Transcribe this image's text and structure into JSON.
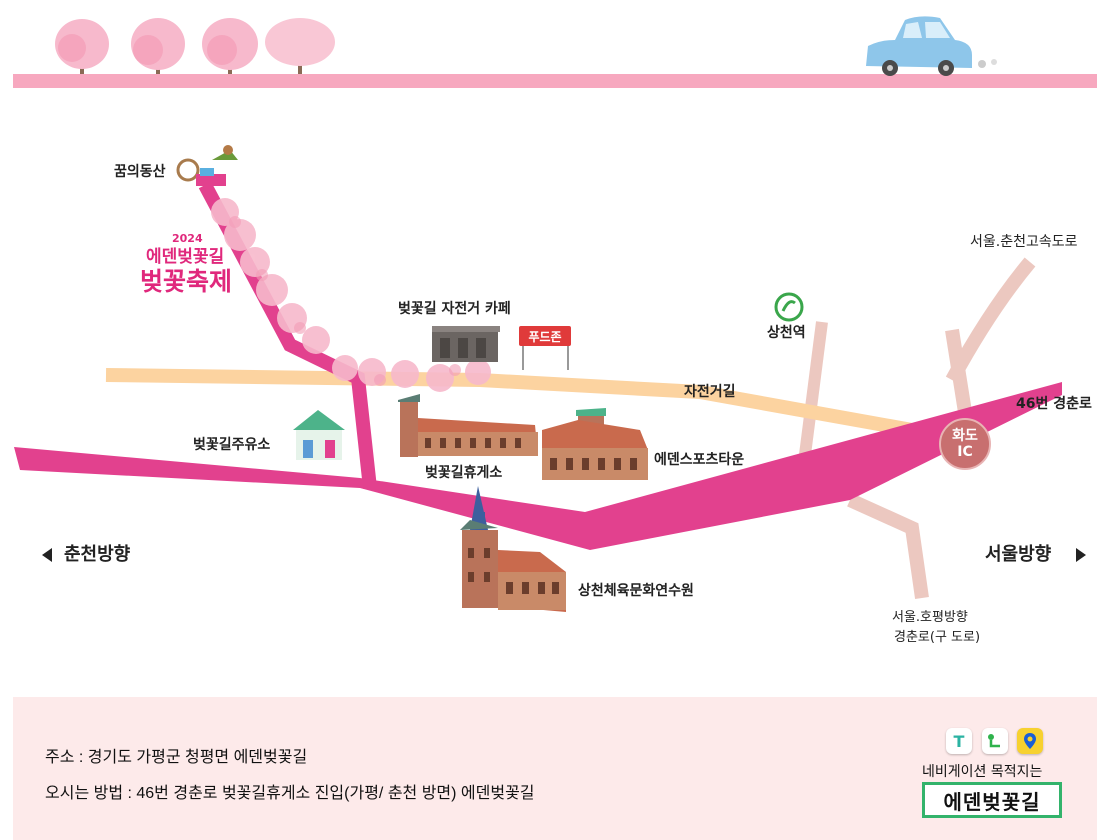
{
  "map": {
    "labels": {
      "dream_hill": "꿈의동산",
      "festival_year": "2024",
      "festival_name_top": "에덴벚꽃길",
      "festival_name_bottom": "벚꽃축제",
      "cafe": "벚꽃길 자전거 카페",
      "food_sign": "푸드존",
      "station": "상천역",
      "bike_road": "자전거길",
      "gas_station": "벚꽃길주유소",
      "rest_area": "벚꽃길휴게소",
      "sports_town": "에덴스포츠타운",
      "training_center": "상천체육문화연수원",
      "highway": "서울.춘천고속도로",
      "route46": "46번 경춘로",
      "ic_line1": "화도",
      "ic_line2": "IC",
      "to_chuncheon": "춘천방향",
      "to_seoul": "서울방향",
      "old_road_line1": "서울.호평방향",
      "old_road_line2": "경춘로(구 도로)"
    },
    "colors": {
      "main_road": "#e2418e",
      "bike_path": "#fcd3a0",
      "secondary_road": "#ecc8c0",
      "header_band": "#f7a8bf",
      "footer_bg": "#fdeaea"
    }
  },
  "footer": {
    "address": "주소 : 경기도 가평군 청평면 에덴벚꽃길",
    "directions": "오시는 방법 : 46번 경춘로 벚꽃길휴게소 진입(가평/ 춘천 방면) 에덴벚꽃길",
    "nav_caption": "네비게이션 목적지는",
    "destination": "에덴벚꽃길",
    "nav_icons": [
      "tmap-icon",
      "naver-map-icon",
      "kakao-map-icon"
    ]
  }
}
